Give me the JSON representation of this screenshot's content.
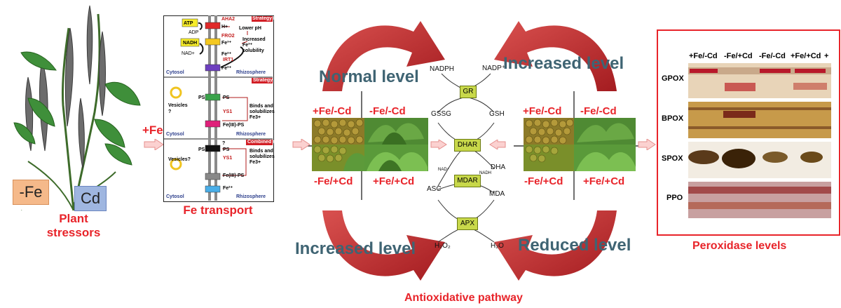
{
  "plant": {
    "treatment_fe": "-Fe",
    "treatment_cd": "Cd",
    "caption_line1": "Plant",
    "caption_line2": "stressors",
    "colors": {
      "fe_box": "#f5b98a",
      "cd_box": "#9fb6e0"
    }
  },
  "arrow_label": "+Fe",
  "fe_transport": {
    "caption": "Fe transport",
    "panel1": {
      "strategy": "Strategy I",
      "atp": "ATP",
      "adp": "ADP",
      "nadh": "NADH",
      "nadplus": "NAD+",
      "aha2": "AHA2",
      "hplus": "H+",
      "lower_ph": "Lower pH",
      "fro2": "FRO2",
      "fe3": "Fe³⁺",
      "increased_fe": "Increased Fe³⁺ solubility",
      "fe2_a": "Fe²⁺",
      "irt1": "IRT1",
      "fe2_b": "Fe²⁺",
      "cytosol": "Cytosol",
      "rhizosphere": "Rhizosphere"
    },
    "panel2": {
      "strategy": "Strategy II",
      "ps_a": "PS",
      "ps_b": "PS",
      "vesicles": "Vesicles ?",
      "ys1": "YS1",
      "binds": "Binds and solubilizes Fe3+",
      "feps": "Fe(III)-PS",
      "cytosol": "Cytosol",
      "rhizosphere": "Rhizosphere"
    },
    "panel3": {
      "strategy": "Combined strategy",
      "ps_a": "PS",
      "ps_b": "PS",
      "q": "?",
      "vesicles": "Vesicles?",
      "ys1": "YS1",
      "binds": "Binds and solubilizes Fe3+",
      "feps": "Fe(III)-PS",
      "fe2": "Fe²⁺",
      "cytosol": "Cytosol",
      "rhizosphere": "Rhizosphere"
    }
  },
  "quadrants_left": {
    "tl": "+Fe/-Cd",
    "tr": "-Fe/-Cd",
    "bl": "-Fe/+Cd",
    "br": "+Fe/+Cd"
  },
  "quadrants_right": {
    "tl": "+Fe/-Cd",
    "tr": "-Fe/-Cd",
    "bl": "-Fe/+Cd",
    "br": "+Fe/+Cd"
  },
  "levels": {
    "top_left": "Normal level",
    "top_right": "Increased level",
    "bottom_left": "Increased level",
    "bottom_right": "Reduced level"
  },
  "pathway": {
    "caption": "Antioxidative pathway",
    "nadph": "NADPH",
    "nadp": "NADP⁺",
    "gr": "GR",
    "gssg": "GSSG",
    "gsh": "GSH",
    "dhar": "DHAR",
    "nad_plus": "NAD⁺",
    "nadh": "NADH",
    "dha": "DHA",
    "mdar": "MDAR",
    "asc": "ASC",
    "mda": "MDA",
    "apx": "APX",
    "h2o2": "H₂O₂",
    "h2o": "H₂O",
    "colors": {
      "enzyme": "#c8d84a",
      "arc": "#c0282a"
    }
  },
  "peroxidase": {
    "caption": "Peroxidase levels",
    "lanes": [
      "+Fe/-Cd",
      "-Fe/+Cd",
      "-Fe/-Cd",
      "+Fe/+Cd"
    ],
    "lane_extra": "+",
    "rows": [
      "GPOX",
      "BPOX",
      "SPOX",
      "PPO"
    ],
    "colors": {
      "frame": "#e8242a"
    }
  }
}
